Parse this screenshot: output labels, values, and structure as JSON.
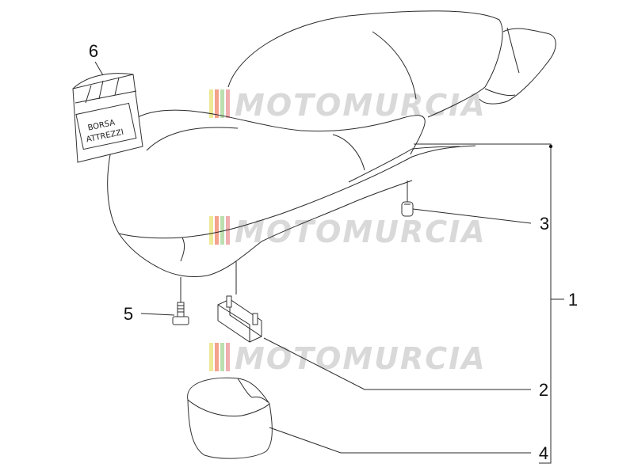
{
  "diagram": {
    "watermark_text": "MOTOMURCIA",
    "watermark_colors": [
      "#e6e06a",
      "#f07b5a",
      "#9fd18f",
      "#e98c8c"
    ],
    "bag_label_line1": "BORSA",
    "bag_label_line2": "ATTREZZI",
    "callouts": {
      "c1": "1",
      "c2": "2",
      "c3": "3",
      "c4": "4",
      "c5": "5",
      "c6": "6"
    }
  }
}
